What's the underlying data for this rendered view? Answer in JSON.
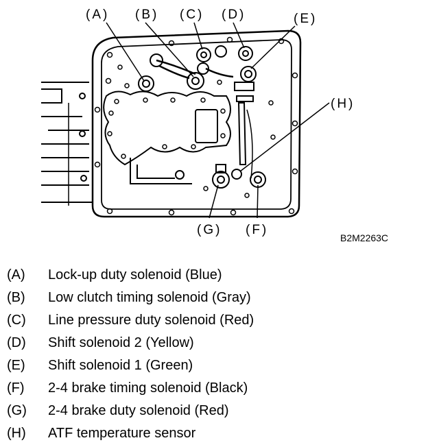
{
  "diagram": {
    "figure_code": "B2M2263C",
    "callouts": {
      "A": "(A)",
      "B": "(B)",
      "C": "(C)",
      "D": "(D)",
      "E": "(E)",
      "F": "(F)",
      "G": "(G)",
      "H": "(H)"
    }
  },
  "legend": [
    {
      "key": "(A)",
      "text": "Lock-up duty solenoid (Blue)"
    },
    {
      "key": "(B)",
      "text": "Low clutch timing solenoid (Gray)"
    },
    {
      "key": "(C)",
      "text": "Line pressure duty solenoid (Red)"
    },
    {
      "key": "(D)",
      "text": "Shift solenoid 2 (Yellow)"
    },
    {
      "key": "(E)",
      "text": "Shift solenoid 1 (Green)"
    },
    {
      "key": "(F)",
      "text": "2-4 brake timing solenoid (Black)"
    },
    {
      "key": "(G)",
      "text": "2-4 brake duty solenoid (Red)"
    },
    {
      "key": "(H)",
      "text": "ATF temperature sensor"
    }
  ]
}
